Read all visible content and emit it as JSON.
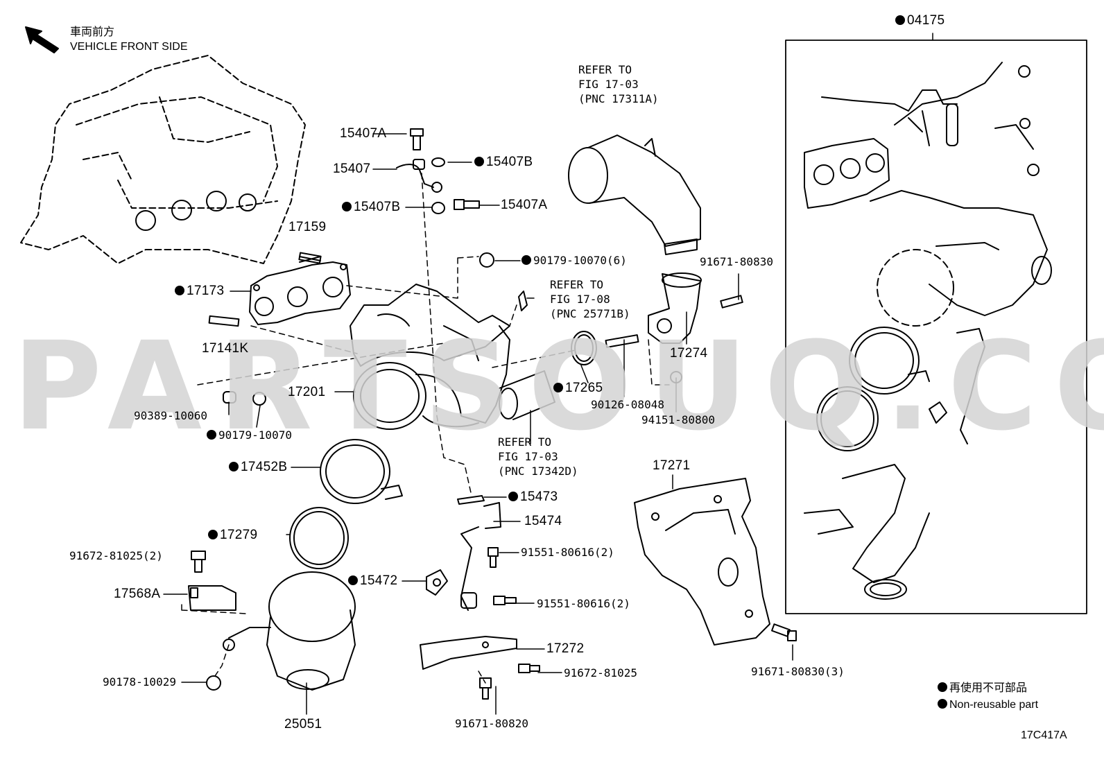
{
  "header": {
    "line1": "車両前方",
    "line2": "VEHICLE FRONT SIDE"
  },
  "watermark": "PARTSOUQ.COM",
  "figure_code": "17C417A",
  "legend": {
    "jp": "再使用不可部品",
    "en": "Non-reusable part"
  },
  "refs": {
    "r1": "REFER TO\nFIG 17-03\n(PNC 17311A)",
    "r2": "REFER TO\nFIG 17-08\n(PNC 25771B)",
    "r3": "REFER TO\nFIG 17-03\n(PNC 17342D)"
  },
  "parts": {
    "p04175": "04175",
    "p15407A_1": "15407A",
    "p15407": "15407",
    "p15407B_1": "15407B",
    "p15407B_2": "15407B",
    "p15407A_2": "15407A",
    "p17159": "17159",
    "p90179_6": "90179-10070(6)",
    "p17173": "17173",
    "p17141K": "17141K",
    "p17201": "17201",
    "p90389": "90389-10060",
    "p90179": "90179-10070",
    "p17265": "17265",
    "p90126": "90126-08048",
    "p94151": "94151-80800",
    "p91671_a": "91671-80830",
    "p17274": "17274",
    "p17452B": "17452B",
    "p17279": "17279",
    "p91672_2": "91672-81025(2)",
    "p17568A": "17568A",
    "p90178": "90178-10029",
    "p25051": "25051",
    "p15473": "15473",
    "p15474": "15474",
    "p91551_a": "91551-80616(2)",
    "p15472": "15472",
    "p91551_b": "91551-80616(2)",
    "p17272": "17272",
    "p91672": "91672-81025",
    "p91671_b": "91671-80820",
    "p17271": "17271",
    "p91671_3": "91671-80830(3)"
  }
}
